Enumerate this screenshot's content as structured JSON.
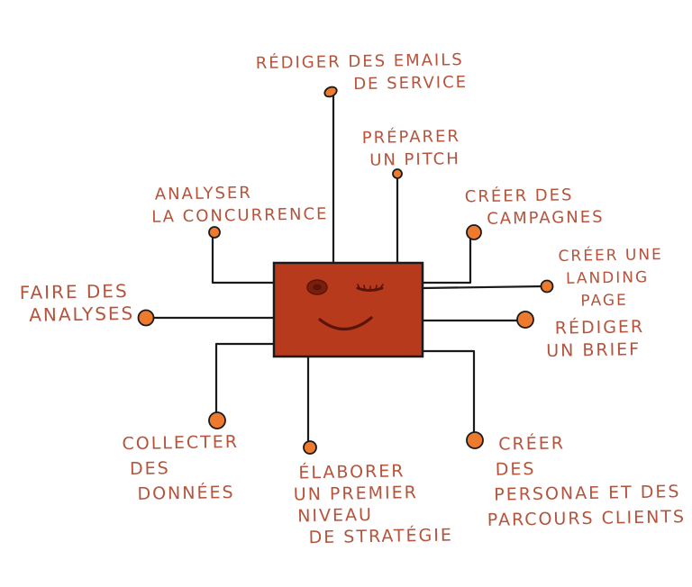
{
  "colors": {
    "chip_fill": "#b83a1c",
    "chip_border": "#1a1a1a",
    "wire": "#1a1a1a",
    "node": "#ee7a2e",
    "label_text": "#b5543c",
    "face": "#5a1508"
  },
  "chip": {
    "name": "chip-with-winking-face"
  },
  "tasks": [
    {
      "id": "emails",
      "lines": [
        "Rédiger des emails",
        "de service"
      ]
    },
    {
      "id": "pitch",
      "lines": [
        "Préparer",
        "un pitch"
      ]
    },
    {
      "id": "concurrence",
      "lines": [
        "Analyser",
        "la concurrence"
      ]
    },
    {
      "id": "campagnes",
      "lines": [
        "Créer des",
        "campagnes"
      ]
    },
    {
      "id": "landing",
      "lines": [
        "Créer une",
        "landing",
        "page"
      ]
    },
    {
      "id": "analyses",
      "lines": [
        "Faire des",
        "analyses"
      ]
    },
    {
      "id": "brief",
      "lines": [
        "Rédiger",
        "un brief"
      ]
    },
    {
      "id": "collecter",
      "lines": [
        "Collecter",
        "des",
        "données"
      ]
    },
    {
      "id": "strategie",
      "lines": [
        "Élaborer",
        "un premier",
        "niveau",
        "de stratégie"
      ]
    },
    {
      "id": "personas",
      "lines": [
        "Créer",
        "des",
        "personae et des",
        "parcours clients"
      ]
    }
  ]
}
